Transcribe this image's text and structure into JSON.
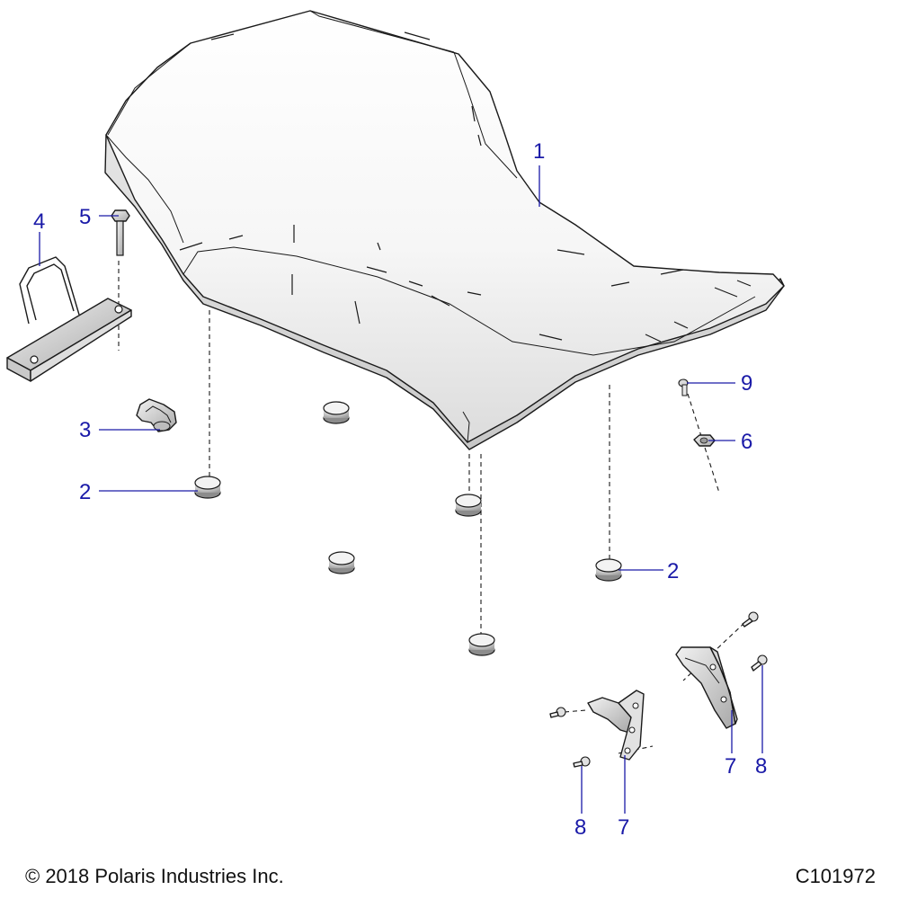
{
  "callouts": {
    "seat": "1",
    "bumper_left": "2",
    "bumper_right": "2",
    "clip": "3",
    "hook_bracket": "4",
    "bolt": "5",
    "nut": "6",
    "bracket_right": "7",
    "bracket_bottom": "7",
    "screw_right": "8",
    "screw_bottom": "8",
    "pin": "9"
  },
  "footer": {
    "copyright": "© 2018 Polaris Industries Inc.",
    "drawing_number": "C101972"
  },
  "colors": {
    "callout": "#1a1aa8",
    "line": "#1a1a1a"
  }
}
